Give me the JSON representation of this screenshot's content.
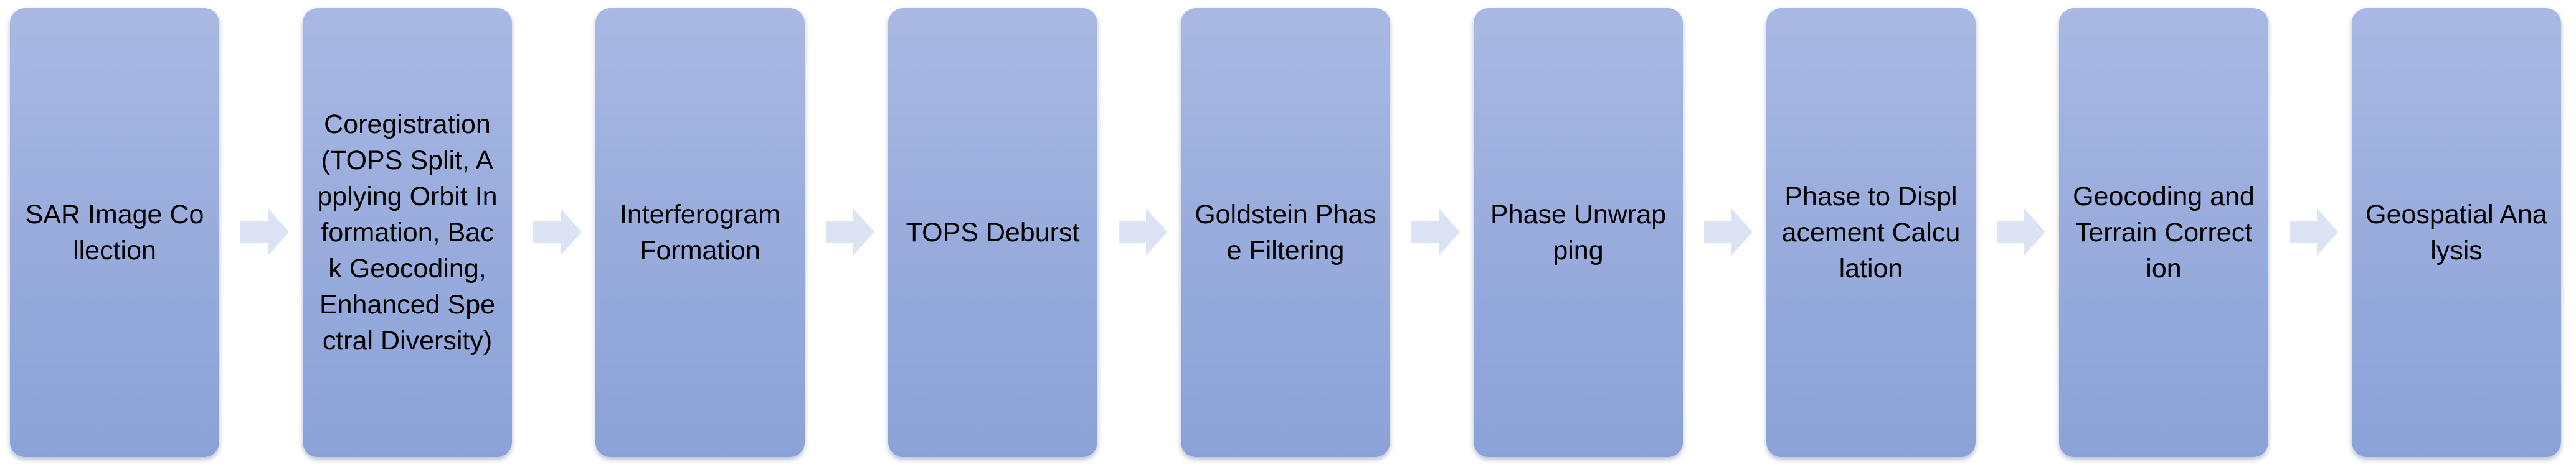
{
  "diagram": {
    "steps": [
      {
        "id": "sar-image-collection",
        "label": "SAR Image Collection"
      },
      {
        "id": "coregistration",
        "label": "Coregistration (TOPS Split, Applying Orbit Information, Back Geocoding, Enhanced Spectral Diversity)"
      },
      {
        "id": "interferogram-formation",
        "label": "Interferogram Formation"
      },
      {
        "id": "tops-deburst",
        "label": "TOPS Deburst"
      },
      {
        "id": "goldstein-phase-filtering",
        "label": "Goldstein Phase Filtering"
      },
      {
        "id": "phase-unwrapping",
        "label": "Phase Unwrapping"
      },
      {
        "id": "phase-to-displacement",
        "label": "Phase to Displacement Calculation"
      },
      {
        "id": "geocoding-terrain-correction",
        "label": "Geocoding and Terrain Correction"
      },
      {
        "id": "geospatial-analysis",
        "label": "Geospatial Analysis"
      }
    ],
    "colors": {
      "box_top": "#a9b9e3",
      "box_bottom": "#8ba2d8",
      "arrow": "#dce3f4",
      "text": "#000000"
    }
  }
}
